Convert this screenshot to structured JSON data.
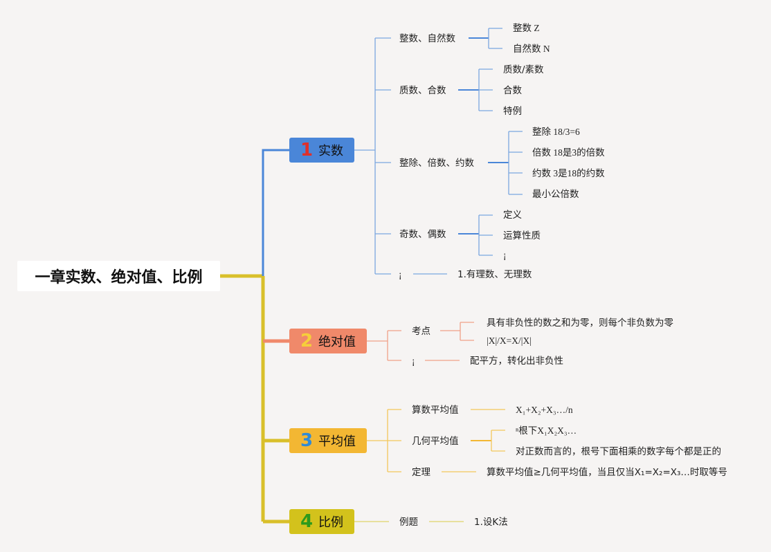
{
  "root": {
    "title": "一章实数、绝对值、比例"
  },
  "colors": {
    "trunk": "#d9bf2a",
    "blue": "#4a86d8",
    "orange": "#f0896a",
    "amber": "#f3b733",
    "olive": "#d3c21c",
    "num1": "#e0302a",
    "num2": "#f6cf3a",
    "num3": "#2f8ad6",
    "num4": "#2e9a1c"
  },
  "topics": [
    {
      "num": "1",
      "label": "实数"
    },
    {
      "num": "2",
      "label": "绝对值"
    },
    {
      "num": "3",
      "label": "平均值"
    },
    {
      "num": "4",
      "label": "比例"
    }
  ],
  "real": {
    "integers": {
      "label": "整数、自然数",
      "items": [
        "整数 Z",
        "自然数 N"
      ]
    },
    "primes": {
      "label": "质数、合数",
      "items": [
        "质数/素数",
        "合数",
        "特例"
      ]
    },
    "divisibility": {
      "label": "整除、倍数、约数",
      "items": [
        "整除 18/3=6",
        "倍数 18是3的倍数",
        "约数 3是18的约数",
        "最小公倍数"
      ]
    },
    "parity": {
      "label": "奇数、偶数",
      "items": [
        "定义",
        "运算性质",
        "¡"
      ]
    },
    "misc": {
      "label": "¡",
      "item": "1.有理数、无理数"
    }
  },
  "absolute": {
    "points": {
      "label": "考点",
      "items": [
        "具有非负性的数之和为零，则每个非负数为零",
        "|X|/X=X/|X|"
      ]
    },
    "misc": {
      "label": "¡",
      "item": "配平方，转化出非负性"
    }
  },
  "average": {
    "arithmetic": {
      "label": "算数平均值",
      "item": "X₁+X₂+X₃…/n"
    },
    "geometric": {
      "label": "几何平均值",
      "items": [
        "ⁿ根下X₁X₂X₃…",
        "对正数而言的，根号下面相乘的数字每个都是正的"
      ]
    },
    "theorem": {
      "label": "定理",
      "item": "算数平均值≥几何平均值，当且仅当X₁=X₂=X₃…时取等号"
    }
  },
  "ratio": {
    "example": {
      "label": "例题",
      "item": "1.设K法"
    }
  }
}
